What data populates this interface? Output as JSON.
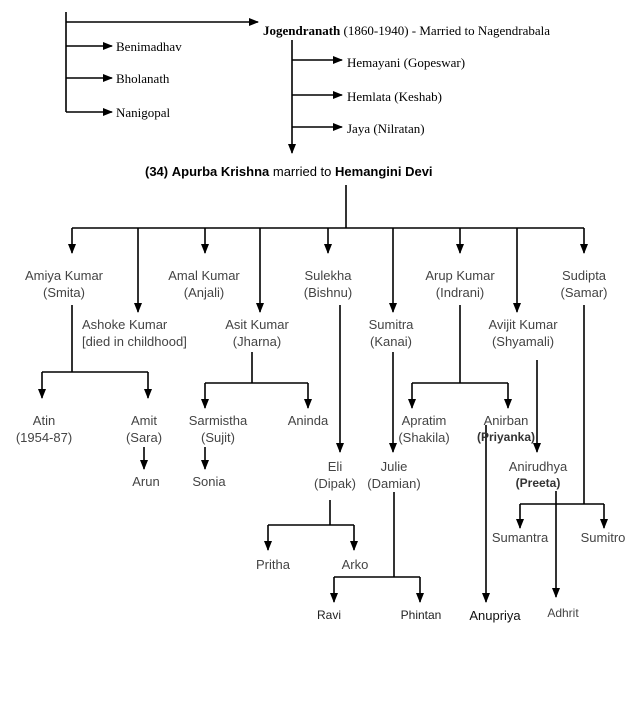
{
  "top": {
    "jogendranath_name": "Jogendranath",
    "jogendranath_rest": " (1860-1940) - Married to Nagendrabala",
    "siblings": [
      "Benimadhav",
      "Bholanath",
      "Nanigopal"
    ],
    "children": [
      "Hemayani (Gopeswar)",
      "Hemlata  (Keshab)",
      "Jaya (Nilratan)"
    ]
  },
  "main": {
    "number": "(34)",
    "name": "Apurba Krishna",
    "married_to": " married to ",
    "spouse": "Hemangini Devi"
  },
  "gen1": {
    "amiya": [
      "Amiya Kumar",
      "(Smita)"
    ],
    "ashoke": [
      "Ashoke Kumar",
      "[died in childhood]"
    ],
    "amal": [
      "Amal Kumar",
      "(Anjali)"
    ],
    "asit": [
      "Asit Kumar",
      "(Jharna)"
    ],
    "sulekha": [
      "Sulekha",
      "(Bishnu)"
    ],
    "sumitra": [
      "Sumitra",
      "(Kanai)"
    ],
    "arup": [
      "Arup Kumar",
      "(Indrani)"
    ],
    "avijit": [
      "Avijit Kumar",
      "(Shyamali)"
    ],
    "sudipta": [
      "Sudipta",
      "(Samar)"
    ]
  },
  "gen2": {
    "atin": [
      "Atin",
      "(1954-87)"
    ],
    "amit": [
      "Amit",
      "(Sara)"
    ],
    "sarmistha": [
      "Sarmistha",
      "(Sujit)"
    ],
    "aninda": "Aninda",
    "eli": [
      "Eli",
      "(Dipak)"
    ],
    "julie": [
      "Julie",
      "(Damian)"
    ],
    "apratim": [
      "Apratim",
      "(Shakila)"
    ],
    "anirban": [
      "Anirban",
      "(Priyanka)"
    ],
    "anirudhya": [
      "Anirudhya",
      "(Preeta)"
    ],
    "sumantra": "Sumantra",
    "sumitro": "Sumitro"
  },
  "gen3": {
    "arun": "Arun",
    "sonia": "Sonia",
    "pritha": "Pritha",
    "arko": "Arko",
    "ravi": "Ravi",
    "phintan": "Phintan",
    "anupriya": "Anupriya",
    "adhrit": "Adhrit"
  }
}
